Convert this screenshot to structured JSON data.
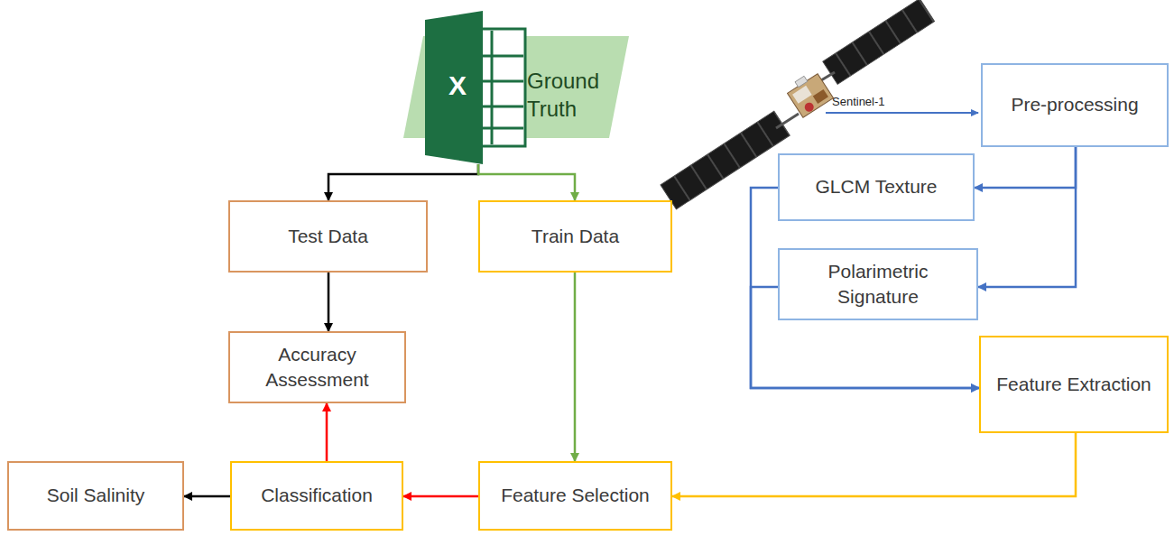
{
  "diagram": {
    "nodes": [
      {
        "text": [
          "Ground Truth"
        ]
      },
      {
        "text": [
          "Pre-processing"
        ]
      },
      {
        "text": [
          "Test Data"
        ]
      },
      {
        "text": [
          "Train Data"
        ]
      },
      {
        "text": [
          "GLCM Texture"
        ]
      },
      {
        "text": [
          "Polarimetric Signature"
        ]
      },
      {
        "text": [
          "Accuracy Assessment"
        ]
      },
      {
        "text": [
          "Feature Extraction"
        ]
      },
      {
        "text": [
          "Soil Salinity"
        ]
      },
      {
        "text": [
          "Classification"
        ]
      },
      {
        "text": [
          "Feature Selection"
        ]
      }
    ],
    "edges": [
      {
        "from": 0,
        "to": 2,
        "arrow": "to"
      },
      {
        "from": 0,
        "to": 3,
        "arrow": "to"
      },
      {
        "from": 1,
        "to": 4,
        "arrow": "to"
      },
      {
        "from": 1,
        "to": 5,
        "arrow": "to"
      },
      {
        "from": 4,
        "to": 7,
        "arrow": "to"
      },
      {
        "from": 5,
        "to": 7,
        "arrow": "to"
      },
      {
        "from": 2,
        "to": 6,
        "arrow": "to"
      },
      {
        "from": 3,
        "to": 10,
        "arrow": "to"
      },
      {
        "from": 7,
        "to": 10,
        "arrow": "to"
      },
      {
        "from": 10,
        "to": 9,
        "arrow": "to"
      },
      {
        "from": 9,
        "to": 6,
        "arrow": "to"
      },
      {
        "from": 9,
        "to": 8,
        "arrow": "to"
      }
    ],
    "labels": [
      "X",
      "Sentinel-1"
    ]
  }
}
